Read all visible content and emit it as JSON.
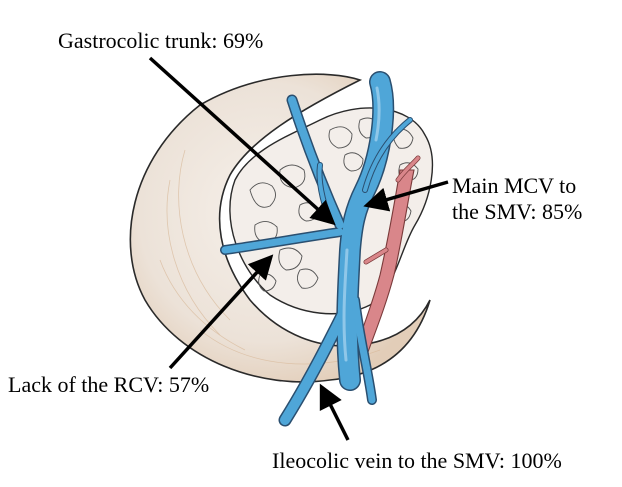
{
  "labels": {
    "gastrocolic_trunk": "Gastrocolic trunk: 69%",
    "main_mcv_line1": "Main MCV to",
    "main_mcv_line2": "the SMV: 85%",
    "lack_of_rcv": "Lack of the RCV: 57%",
    "ileocolic_vein": "Ileocolic vein to the SMV: 100%"
  },
  "colors": {
    "vein_blue": "#4fa6d8",
    "artery_pink": "#d9868a",
    "colon_fill": "#efe6df",
    "pancreas_fill": "#f2ece8",
    "outline": "#2a2a2a",
    "arrow": "#000000"
  }
}
